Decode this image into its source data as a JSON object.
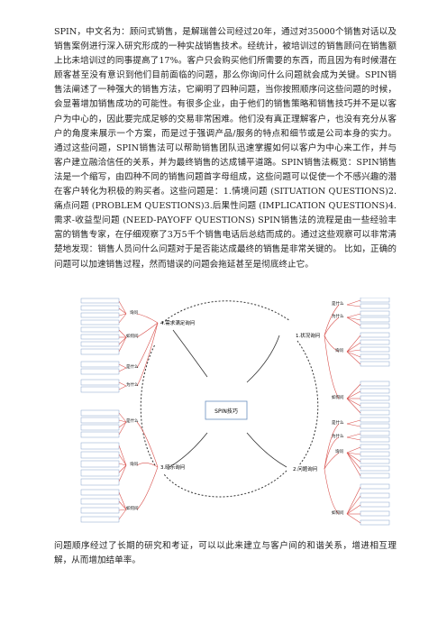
{
  "document": {
    "paragraph_1": "SPIN，中文名为：顾问式销售，是解瑞普公司经过20年，通过对35000个销售对话以及销售案例进行深入研究形成的一种实战销售技术。经统计，被培训过的销售顾问在销售额上比未培训过的同事提高了17%。客户只会购买他们所需要的东西，而且因为有时候潜在顾客甚至没有意识到他们目前面临的问题，那么你询问什么问题就会成为关键。SPIN销售法阐述了一种强大的销售方法，它阐明了四种问题，当你按照顺序问这些问题的时候，会显著增加销售成功的可能性。有很多企业，由于他们的销售策略和销售技巧并不是以客户为中心的，因此要完成足够的交易非常困难。他们没有真正理解客户，也没有充分从客户的角度来展示一个方案，而是过于强调产品/服务的特点和细节或是公司本身的实力。 通过这些问题，SPIN销售法可以帮助销售团队迅速掌握如何以客户为中心来工作，并与客户建立融洽信任的关系，并为最终销售的达成铺平道路。SPIN销售法概览：SPIN销售法是一个缩写，由四种不同的销售问题首字母组成，这些问题可以促使一个不感兴趣的潜在客户转化为积极的购买者。这些问题是：1.情境问题 (SITUATION QUESTIONS)2.痛点问题 (PROBLEM QUESTIONS)3.后果性问题 (IMPLICATION QUESTIONS)4.需求-收益型问题 (NEED-PAYOFF QUESTIONS) SPIN销售法的流程是由一些经验丰富的销售专家，在仔细观察了3万5千个销售电话后总结而成的。通过这些观察可以非常清楚地发现：销售人员问什么问题对于是否能达成最终的销售是非常关键的。 比如，正确的问题可以加速销售过程，然而错误的问题会拖延甚至是彻底终止它。",
    "paragraph_2": "问题顺序经过了长期的研究和考证，可以以此来建立与客户间的和谐关系，增进相互理解，从而增加结单率。"
  },
  "mindmap": {
    "center": "SPIN技巧",
    "nodes": {
      "n1": "1.状况询问",
      "n2": "2.问题询问",
      "n3": "3.暗示询问",
      "n4": "4.需求满足询问"
    },
    "branch_labels": {
      "b1_what": "是什么",
      "b1_why": "为什么",
      "b1_content": "询问",
      "b1_how": "如何问",
      "b2_what": "是什么",
      "b2_why": "为什么",
      "b2_content": "询问",
      "b2_how": "如何问",
      "b3_what": "是什么",
      "b3_content": "询问",
      "b3_how": "如何问",
      "b4_content": "询问",
      "b4_how": "如何问",
      "b4_what": "是什么",
      "b4_why": "为什么"
    }
  },
  "colors": {
    "accent_red": "#d9534f",
    "box_border": "#6a8fbf",
    "line": "#333333"
  }
}
